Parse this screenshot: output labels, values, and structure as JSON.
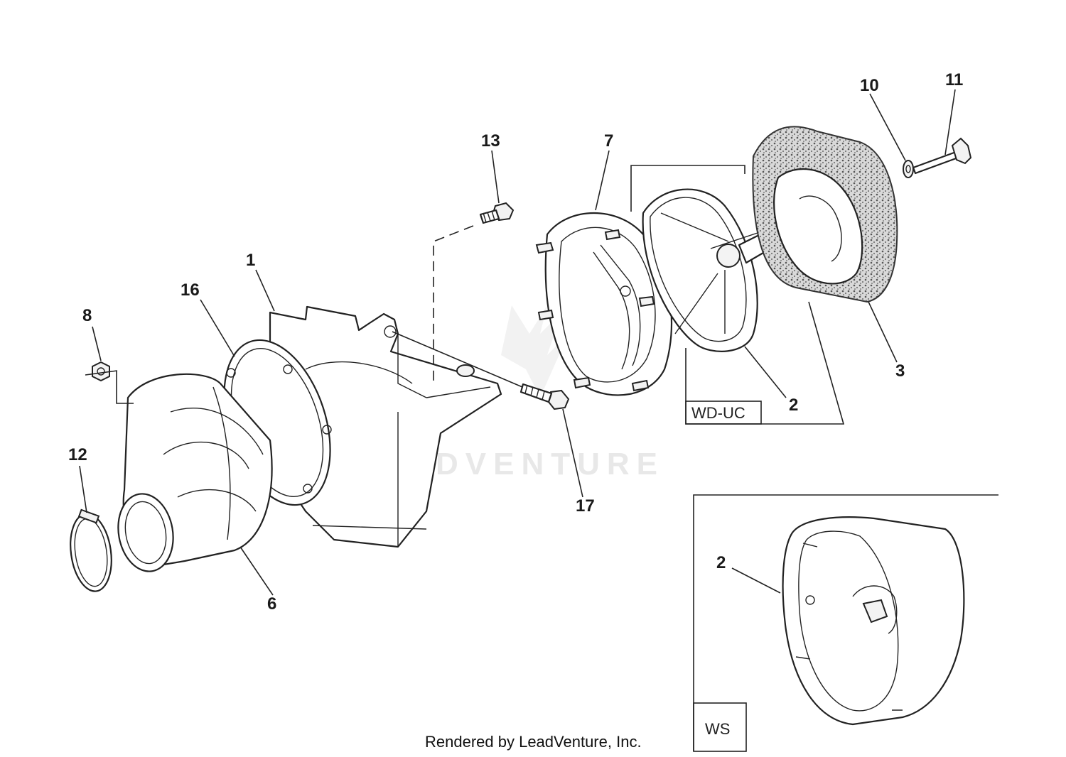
{
  "watermark": "LEADVENTURE",
  "credit": "Rendered by LeadVenture, Inc.",
  "kit_boxes": [
    {
      "id": "wd-uc",
      "label": "WD-UC"
    },
    {
      "id": "ws",
      "label": "WS"
    }
  ],
  "callouts": [
    {
      "id": "c1",
      "label": "1"
    },
    {
      "id": "c2",
      "label": "2"
    },
    {
      "id": "c2b",
      "label": "2"
    },
    {
      "id": "c3",
      "label": "3"
    },
    {
      "id": "c6",
      "label": "6"
    },
    {
      "id": "c7",
      "label": "7"
    },
    {
      "id": "c8",
      "label": "8"
    },
    {
      "id": "c10",
      "label": "10"
    },
    {
      "id": "c11",
      "label": "11"
    },
    {
      "id": "c12",
      "label": "12"
    },
    {
      "id": "c13",
      "label": "13"
    },
    {
      "id": "c16",
      "label": "16"
    },
    {
      "id": "c17",
      "label": "17"
    }
  ]
}
